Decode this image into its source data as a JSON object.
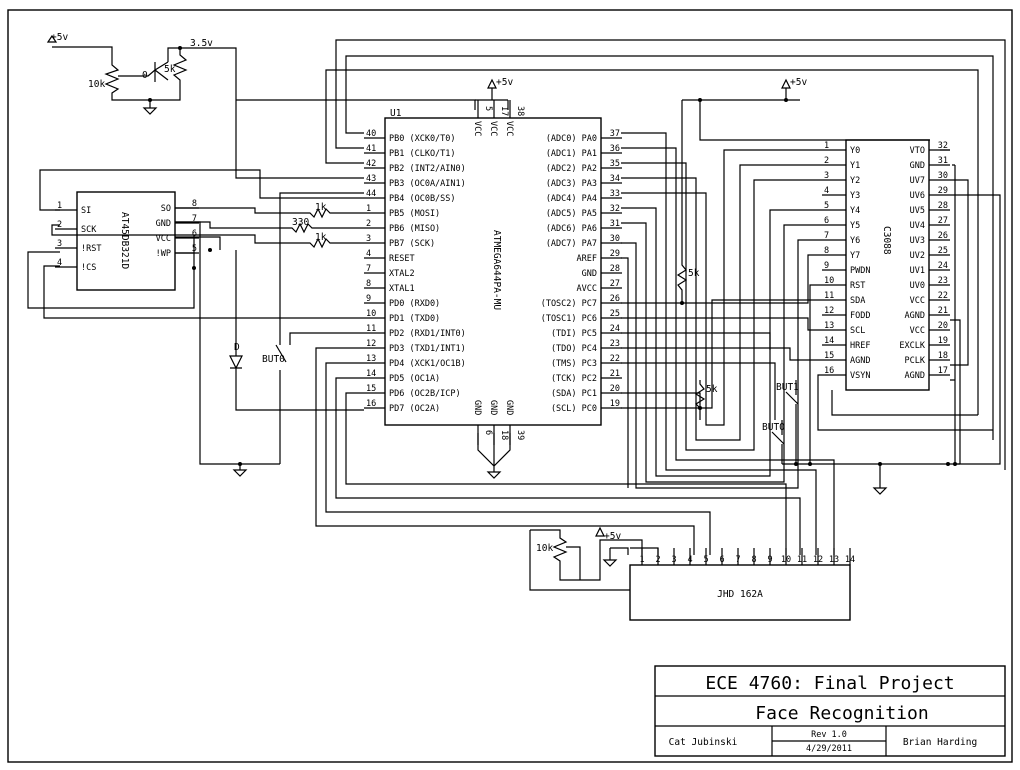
{
  "title_block": {
    "course": "ECE 4760: Final Project",
    "project": "Face Recognition",
    "author_left": "Cat Jubinski",
    "rev": "Rev 1.0",
    "date": "4/29/2011",
    "author_right": "Brian Harding"
  },
  "power": {
    "vcc": "+5v",
    "ref": "3.5v"
  },
  "resistors": {
    "r10k": "10k",
    "r5k": "5k",
    "r1k": "1k",
    "r330": "330"
  },
  "pot_mark": "0",
  "u1": {
    "ref": "U1",
    "name": "ATMEGA644PA-MU",
    "top_pins": [
      "5",
      "17",
      "38"
    ],
    "top_labels": [
      "VCC",
      "VCC",
      "VCC"
    ],
    "bottom_pins": [
      "6",
      "18",
      "39"
    ],
    "bottom_labels": [
      "GND",
      "GND",
      "GND"
    ],
    "left": [
      {
        "n": "40",
        "l": "PB0 (XCK0/T0)"
      },
      {
        "n": "41",
        "l": "PB1 (CLKO/T1)"
      },
      {
        "n": "42",
        "l": "PB2 (INT2/AIN0)"
      },
      {
        "n": "43",
        "l": "PB3 (OC0A/AIN1)"
      },
      {
        "n": "44",
        "l": "PB4 (OC0B/SS)"
      },
      {
        "n": "1",
        "l": "PB5 (MOSI)"
      },
      {
        "n": "2",
        "l": "PB6 (MISO)"
      },
      {
        "n": "3",
        "l": "PB7 (SCK)"
      },
      {
        "n": "4",
        "l": "RESET"
      },
      {
        "n": "7",
        "l": "XTAL2"
      },
      {
        "n": "8",
        "l": "XTAL1"
      },
      {
        "n": "9",
        "l": "PD0 (RXD0)"
      },
      {
        "n": "10",
        "l": "PD1 (TXD0)"
      },
      {
        "n": "11",
        "l": "PD2 (RXD1/INT0)"
      },
      {
        "n": "12",
        "l": "PD3 (TXD1/INT1)"
      },
      {
        "n": "13",
        "l": "PD4 (XCK1/OC1B)"
      },
      {
        "n": "14",
        "l": "PD5 (OC1A)"
      },
      {
        "n": "15",
        "l": "PD6 (OC2B/ICP)"
      },
      {
        "n": "16",
        "l": "PD7 (OC2A)"
      }
    ],
    "right": [
      {
        "n": "37",
        "l": "(ADC0) PA0"
      },
      {
        "n": "36",
        "l": "(ADC1) PA1"
      },
      {
        "n": "35",
        "l": "(ADC2) PA2"
      },
      {
        "n": "34",
        "l": "(ADC3) PA3"
      },
      {
        "n": "33",
        "l": "(ADC4) PA4"
      },
      {
        "n": "32",
        "l": "(ADC5) PA5"
      },
      {
        "n": "31",
        "l": "(ADC6) PA6"
      },
      {
        "n": "30",
        "l": "(ADC7) PA7"
      },
      {
        "n": "29",
        "l": "AREF"
      },
      {
        "n": "28",
        "l": "GND"
      },
      {
        "n": "27",
        "l": "AVCC"
      },
      {
        "n": "26",
        "l": "(TOSC2) PC7"
      },
      {
        "n": "25",
        "l": "(TOSC1) PC6"
      },
      {
        "n": "24",
        "l": "(TDI) PC5"
      },
      {
        "n": "23",
        "l": "(TDO) PC4"
      },
      {
        "n": "22",
        "l": "(TMS) PC3"
      },
      {
        "n": "21",
        "l": "(TCK) PC2"
      },
      {
        "n": "20",
        "l": "(SDA) PC1"
      },
      {
        "n": "19",
        "l": "(SCL) PC0"
      }
    ]
  },
  "flash": {
    "name": "AT45DB321D",
    "left": [
      {
        "n": "1",
        "l": "SI"
      },
      {
        "n": "2",
        "l": "SCK"
      },
      {
        "n": "3",
        "l": "!RST"
      },
      {
        "n": "4",
        "l": "!CS"
      }
    ],
    "right": [
      {
        "n": "8",
        "l": "SO"
      },
      {
        "n": "7",
        "l": "GND"
      },
      {
        "n": "6",
        "l": "VCC"
      },
      {
        "n": "5",
        "l": "!WP"
      }
    ]
  },
  "camera": {
    "name": "C3088",
    "left": [
      {
        "n": "1",
        "l": "Y0"
      },
      {
        "n": "2",
        "l": "Y1"
      },
      {
        "n": "3",
        "l": "Y2"
      },
      {
        "n": "4",
        "l": "Y3"
      },
      {
        "n": "5",
        "l": "Y4"
      },
      {
        "n": "6",
        "l": "Y5"
      },
      {
        "n": "7",
        "l": "Y6"
      },
      {
        "n": "8",
        "l": "Y7"
      },
      {
        "n": "9",
        "l": "PWDN"
      },
      {
        "n": "10",
        "l": "RST"
      },
      {
        "n": "11",
        "l": "SDA"
      },
      {
        "n": "12",
        "l": "FODD"
      },
      {
        "n": "13",
        "l": "SCL"
      },
      {
        "n": "14",
        "l": "HREF"
      },
      {
        "n": "15",
        "l": "AGND"
      },
      {
        "n": "16",
        "l": "VSYN"
      }
    ],
    "right": [
      {
        "n": "32",
        "l": "VTO"
      },
      {
        "n": "31",
        "l": "GND"
      },
      {
        "n": "30",
        "l": "UV7"
      },
      {
        "n": "29",
        "l": "UV6"
      },
      {
        "n": "28",
        "l": "UV5"
      },
      {
        "n": "27",
        "l": "UV4"
      },
      {
        "n": "26",
        "l": "UV3"
      },
      {
        "n": "25",
        "l": "UV2"
      },
      {
        "n": "24",
        "l": "UV1"
      },
      {
        "n": "23",
        "l": "UV0"
      },
      {
        "n": "22",
        "l": "VCC"
      },
      {
        "n": "21",
        "l": "AGND"
      },
      {
        "n": "20",
        "l": "VCC"
      },
      {
        "n": "19",
        "l": "EXCLK"
      },
      {
        "n": "18",
        "l": "PCLK"
      },
      {
        "n": "17",
        "l": "AGND"
      }
    ]
  },
  "lcd": {
    "name": "JHD 162A",
    "pins": [
      "1",
      "2",
      "3",
      "4",
      "5",
      "6",
      "7",
      "8",
      "9",
      "10",
      "11",
      "12",
      "13",
      "14"
    ]
  },
  "labels": {
    "led": "D",
    "but0_a": "BUT0",
    "but1": "BUT1",
    "but0_b": "BUT0"
  }
}
